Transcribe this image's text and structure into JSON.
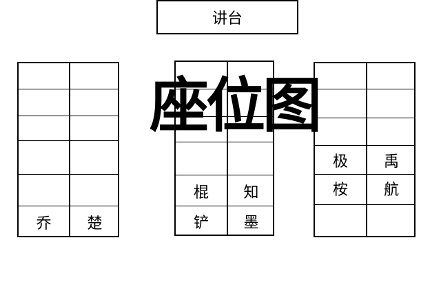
{
  "podium": {
    "label": "讲台"
  },
  "title": "座位图",
  "blocks": {
    "left": {
      "names": {
        "r6c1": "乔",
        "r6c2": "楚"
      }
    },
    "middle": {
      "names": {
        "r5c1": "棍",
        "r5c2": "知",
        "r6c1": "铲",
        "r6c2": "墨"
      }
    },
    "right": {
      "names": {
        "r4c1": "极",
        "r4c2": "禹",
        "r5c1": "桉",
        "r5c2": "航"
      }
    }
  }
}
